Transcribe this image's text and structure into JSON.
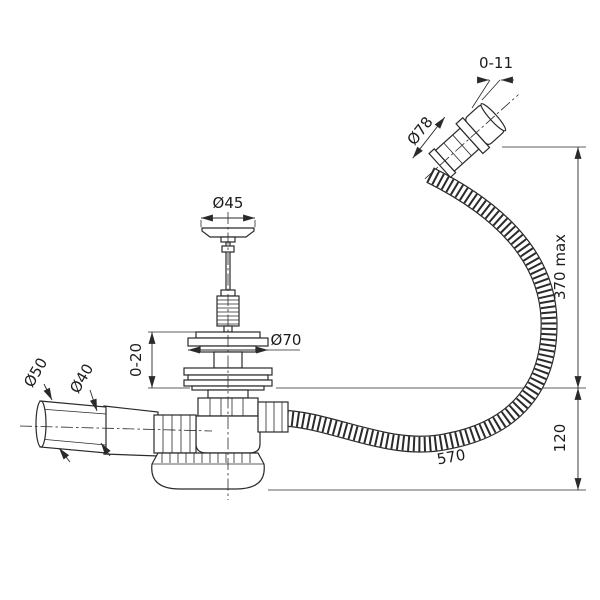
{
  "page": {
    "background": "#ffffff",
    "line_color": "#2a2a2a",
    "description": "Technical dimension drawing of a bath waste and overflow kit with flexible corrugated hose, pop-up plug and bottle trap"
  },
  "labels": {
    "cap_travel": "0-11",
    "overflow_diameter": "Ø78",
    "plug_diameter": "Ø45",
    "seat_diameter": "Ø70",
    "height_adjustment": "0-20",
    "pipe_outer_diameter": "Ø50",
    "pipe_inner_diameter": "Ø40",
    "overall_height": "370 max",
    "trap_height": "120",
    "hose_length": "570"
  }
}
